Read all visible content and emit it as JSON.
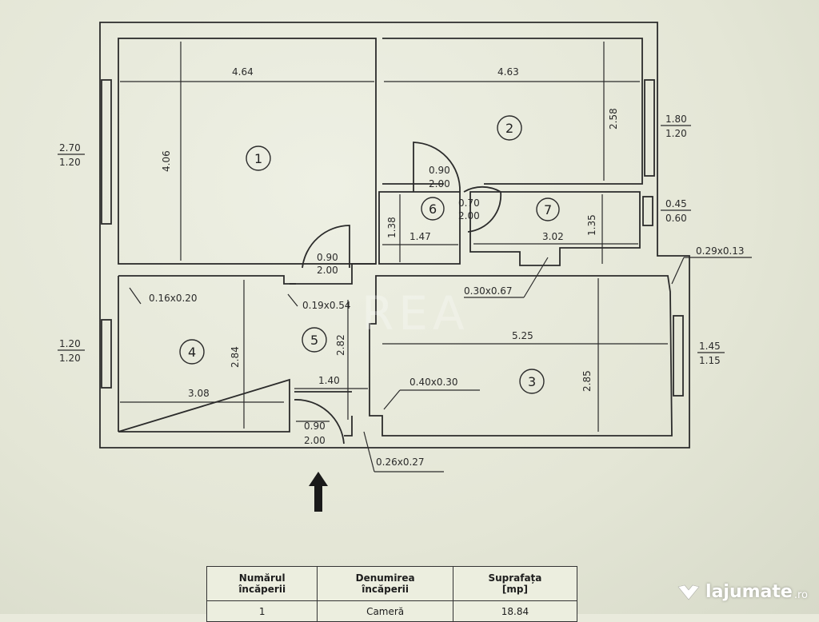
{
  "plan": {
    "dims": {
      "r1_width": "4.64",
      "r1_height": "4.06",
      "r2_width": "4.63",
      "r2_height": "2.58",
      "r3_width": "5.25",
      "r3_height": "2.85",
      "r4_width": "3.08",
      "r4_height": "2.84",
      "r5_height": "2.82",
      "r5_width": "1.40",
      "r6_height": "1.38",
      "r6_width": "1.47",
      "r7_height": "1.35",
      "r7_width": "3.02"
    },
    "windows": {
      "left_top_top": "2.70",
      "left_top_bottom": "1.20",
      "left_bottom_top": "1.20",
      "left_bottom_bottom": "1.20",
      "right_top_top": "1.80",
      "right_top_bottom": "1.20",
      "right_mid_top": "0.45",
      "right_mid_bottom": "0.60",
      "right_bottom_top": "1.45",
      "right_bottom_bottom": "1.15"
    },
    "doors": {
      "d6_top": "0.90",
      "d6_bottom": "2.00",
      "d7_top": "0.70",
      "d7_bottom": "2.00",
      "d1_top": "0.90",
      "d1_bottom": "2.00",
      "entry_top": "0.90",
      "entry_bottom": "2.00"
    },
    "notes": {
      "n1": "0.16x0.20",
      "n2": "0.19x0.54",
      "n3": "0.30x0.67",
      "n4": "0.29x0.13",
      "n5": "0.40x0.30",
      "n6": "0.26x0.27"
    },
    "rooms": [
      "1",
      "2",
      "3",
      "4",
      "5",
      "6",
      "7"
    ]
  },
  "watermark": "REA",
  "table": {
    "headers": [
      [
        "Numărul",
        "încăperii"
      ],
      [
        "Denumirea",
        "încăperii"
      ],
      [
        "Suprafața",
        "[mp]"
      ]
    ],
    "rows": [
      [
        "1",
        "Cameră",
        "18.84"
      ]
    ]
  },
  "brand": {
    "name": "lajumate",
    "suffix": ".ro",
    "icon": "heart-wing-icon",
    "color": "#ffffff"
  },
  "colors": {
    "paper": "#e9eadc",
    "ink": "#2a2a2a"
  }
}
